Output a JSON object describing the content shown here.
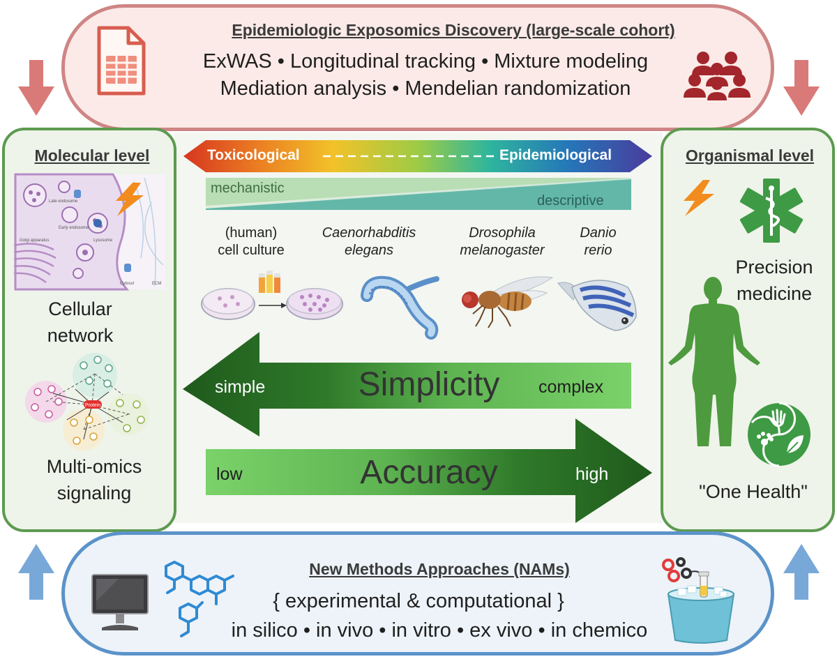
{
  "top": {
    "title": "Epidemiologic Exposomics Discovery (large-scale cohort)",
    "line1": "ExWAS • Longitudinal tracking • Mixture modeling",
    "line2": "Mediation analysis • Mendelian randomization"
  },
  "left": {
    "title": "Molecular level",
    "label1_a": "Cellular",
    "label1_b": "network",
    "label2_a": "Multi-omics",
    "label2_b": "signaling",
    "cell_tags": [
      "Golgi apparatus",
      "Late endosome",
      "Early endosome",
      "Lysosome",
      "Cytosol",
      "ECM"
    ],
    "network_center": "Protein"
  },
  "right": {
    "title": "Organismal level",
    "label1_a": "Precision",
    "label1_b": "medicine",
    "label2": "\"One Health\""
  },
  "center": {
    "spectrum_left": "Toxicological",
    "spectrum_right": "Epidemiological",
    "wedge_left": "mechanistic",
    "wedge_right": "descriptive",
    "organisms": [
      {
        "line1": "(human)",
        "line2": "cell culture",
        "italic": false
      },
      {
        "line1": "Caenorhabditis",
        "line2": "elegans",
        "italic": true
      },
      {
        "line1": "Drosophila",
        "line2": "melanogaster",
        "italic": true
      },
      {
        "line1": "Danio",
        "line2": "rerio",
        "italic": true
      }
    ],
    "simplicity": {
      "left": "simple",
      "title": "Simplicity",
      "right": "complex"
    },
    "accuracy": {
      "left": "low",
      "title": "Accuracy",
      "right": "high"
    }
  },
  "bottom": {
    "title": "New Methods Approaches (NAMs)",
    "line1": "{ experimental & computational }",
    "line2": "in silico • in vivo • in vitro • ex vivo • in chemico"
  },
  "icons": [
    "spreadsheet-icon",
    "people-group-icon",
    "lightning-icon",
    "medical-star-icon",
    "human-silhouette-icon",
    "one-health-icon",
    "computer-monitor-icon",
    "molecule-icon",
    "ice-bucket-icon"
  ],
  "colors": {
    "top_border": "#cf8585",
    "top_fill": "#fbeae7",
    "bottom_border": "#5b93c9",
    "bottom_fill": "#edf3f9",
    "side_border": "#5d9a50",
    "arrow_dark": "#1f5a1c",
    "arrow_light": "#7bd26a",
    "red_arrow": "#d97a78",
    "blue_arrow": "#78a8d8"
  }
}
